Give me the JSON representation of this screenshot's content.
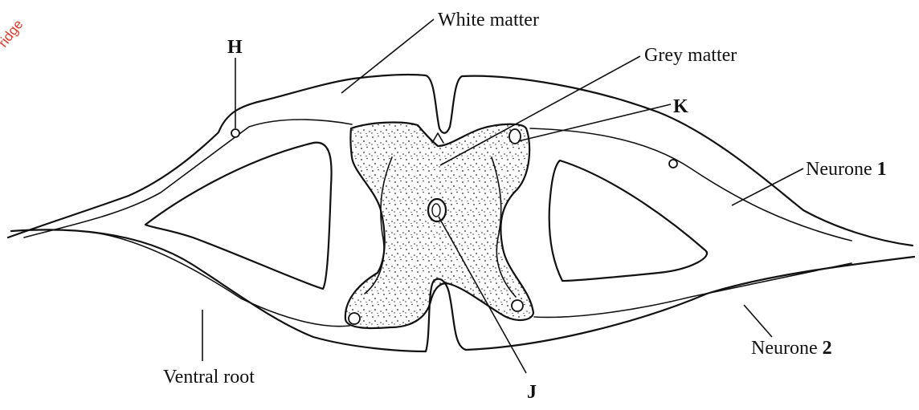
{
  "labels": {
    "white_matter": "White matter",
    "grey_matter": "Grey matter",
    "h": "H",
    "k": "K",
    "j": "J",
    "neurone1_text": "Neurone ",
    "neurone1_num": "1",
    "neurone2_text": "Neurone ",
    "neurone2_num": "2",
    "ventral_root": "Ventral root"
  },
  "watermark": "PapaCambridge"
}
